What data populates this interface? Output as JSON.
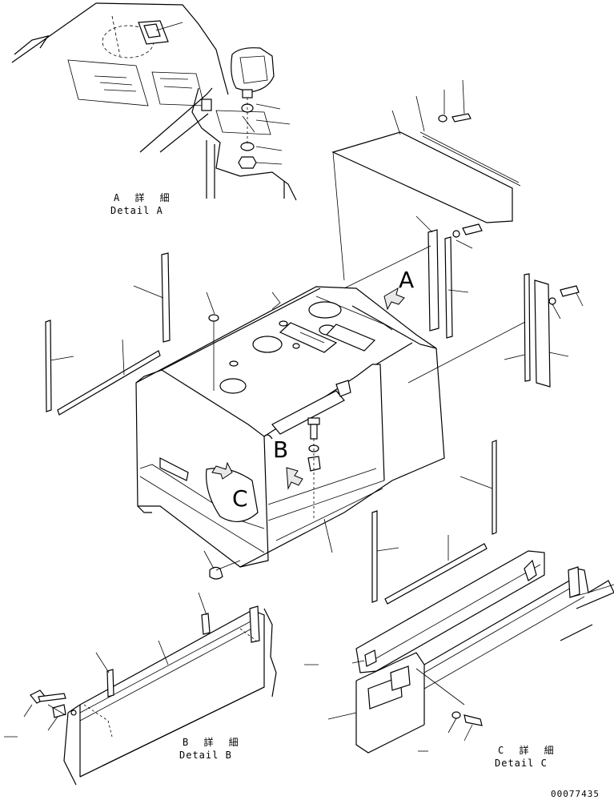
{
  "details": {
    "a": {
      "title": "A 詳 細",
      "subtitle": "Detail A"
    },
    "b": {
      "title": "B 詳 細",
      "subtitle": "Detail B"
    },
    "c": {
      "title": "C 詳 細",
      "subtitle": "Detail C"
    }
  },
  "markers": {
    "a": "A",
    "b": "B",
    "c": "C"
  },
  "drawing_number": "00077435"
}
